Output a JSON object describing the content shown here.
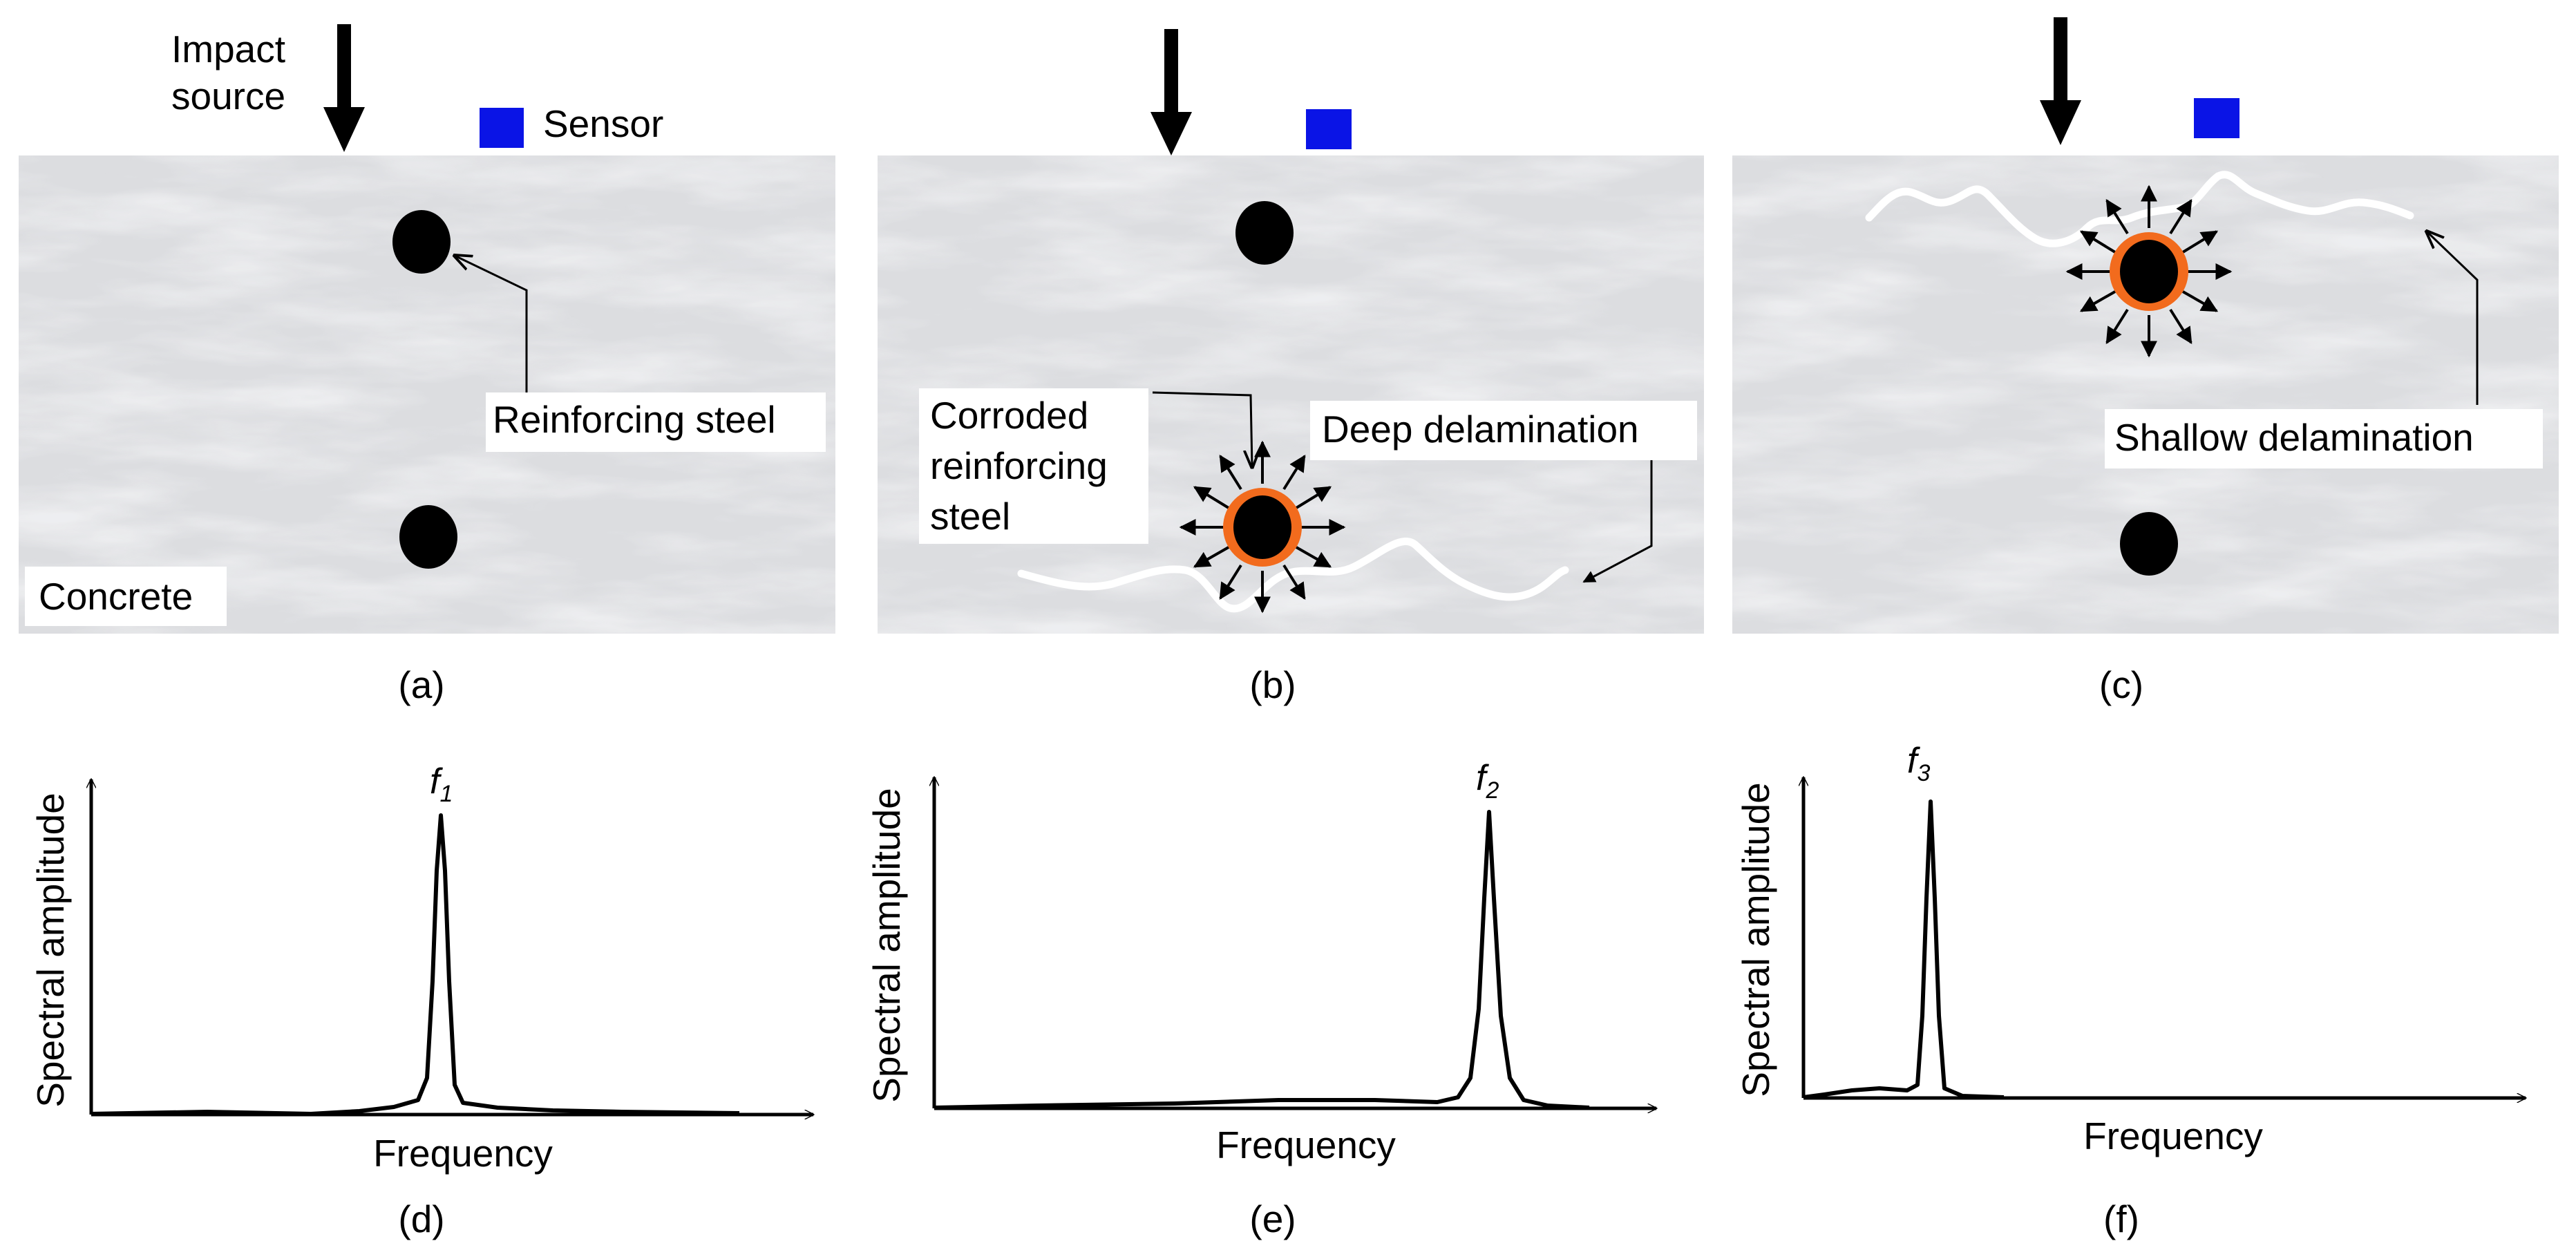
{
  "panels": {
    "a": {
      "caption": "(a)",
      "impact_label_line1": "Impact",
      "impact_label_line2": "source",
      "sensor_label": "Sensor",
      "steel_label": "Reinforcing steel",
      "concrete_label": "Concrete"
    },
    "b": {
      "caption": "(b)",
      "corroded_line1": "Corroded",
      "corroded_line2": "reinforcing",
      "corroded_line3": "steel",
      "delam_label": "Deep delamination"
    },
    "c": {
      "caption": "(c)",
      "delam_label": "Shallow delamination"
    }
  },
  "spectra": {
    "d": {
      "caption": "(d)",
      "peak_label": "f",
      "peak_sub": "1",
      "xlabel": "Frequency",
      "ylabel": "Spectral amplitude"
    },
    "e": {
      "caption": "(e)",
      "peak_label": "f",
      "peak_sub": "2",
      "xlabel": "Frequency",
      "ylabel": "Spectral amplitude"
    },
    "f": {
      "caption": "(f)",
      "peak_label": "f",
      "peak_sub": "3",
      "xlabel": "Frequency",
      "ylabel": "Spectral amplitude"
    }
  },
  "colors": {
    "sensor": "#0a14e6",
    "corrosion_ring": "#f26b1d",
    "steel": "#000000",
    "concrete": "#dcdde0",
    "crack": "#ffffff"
  }
}
